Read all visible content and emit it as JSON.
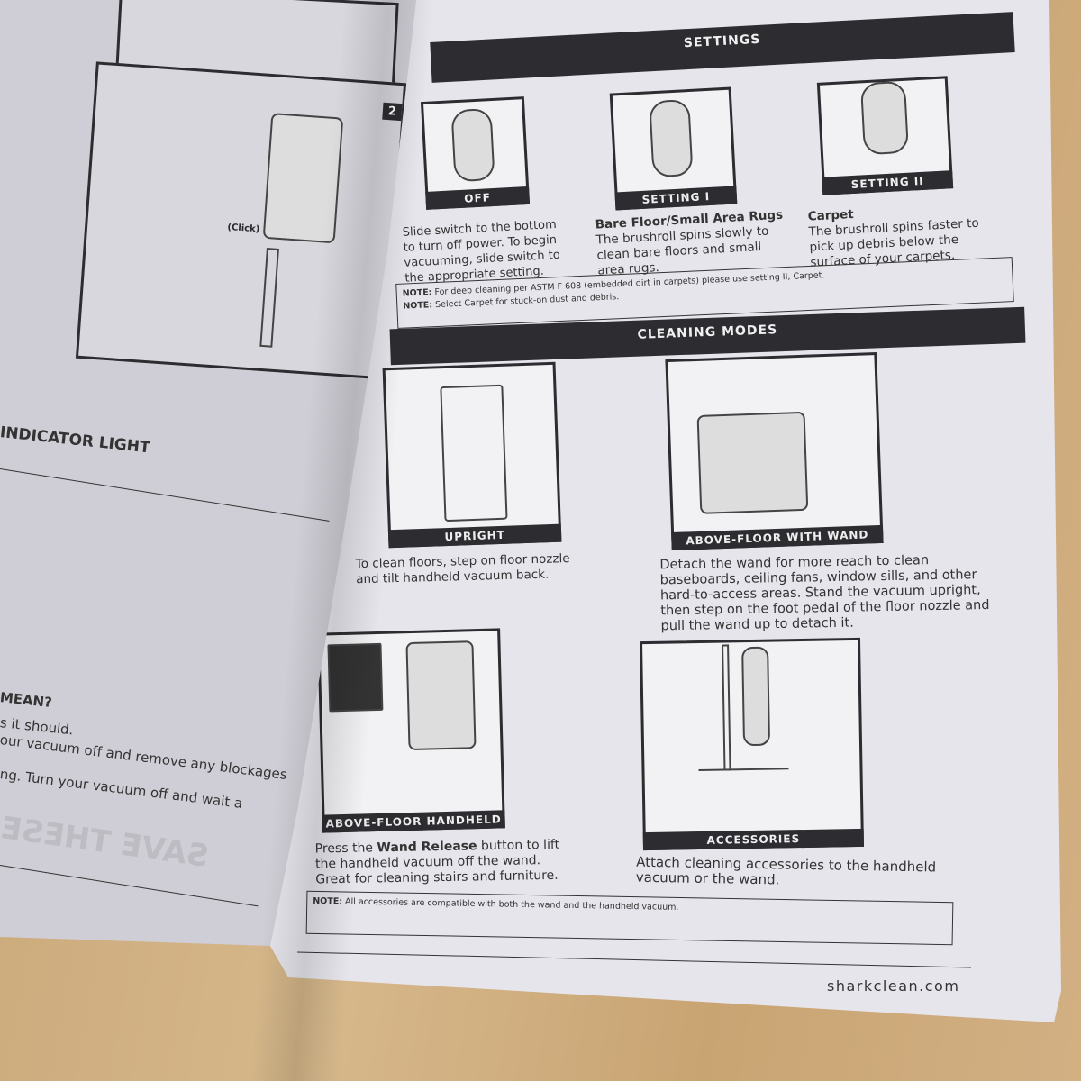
{
  "left_page": {
    "step_number": "2",
    "click_label": "(Click)",
    "heading_indicator": "INDICATOR LIGHT",
    "heading_mean": "MEAN?",
    "line1": "s it should.",
    "line2": "our vacuum off and remove any blockages",
    "line3": "ng. Turn your vacuum off and wait a",
    "bleed_through": "SAVE THESE"
  },
  "settings": {
    "title": "SETTINGS",
    "items": [
      {
        "label": "OFF",
        "heading": "",
        "text": "Slide switch to the bottom to turn off power. To begin vacuuming, slide switch to the appropriate setting."
      },
      {
        "label": "SETTING I",
        "heading": "Bare Floor/Small Area Rugs",
        "text": "The brushroll spins slowly to clean bare floors and small area rugs."
      },
      {
        "label": "SETTING II",
        "heading": "Carpet",
        "text": "The brushroll spins faster to pick up debris below the surface of your carpets."
      }
    ],
    "notes": [
      {
        "prefix": "NOTE:",
        "text": " For deep cleaning per ASTM F 608 (embedded dirt in carpets) please use setting II, Carpet."
      },
      {
        "prefix": "NOTE:",
        "text": " Select Carpet for stuck-on dust and debris."
      }
    ]
  },
  "cleaning_modes": {
    "title": "CLEANING MODES",
    "modes": [
      {
        "label": "UPRIGHT",
        "text": "To clean floors, step on floor nozzle and tilt handheld vacuum back."
      },
      {
        "label": "ABOVE-FLOOR WITH WAND",
        "text": "Detach the wand for more reach to clean baseboards, ceiling fans, window sills, and other hard-to-access areas. Stand the vacuum upright, then step on the foot pedal of the floor nozzle and pull the wand up to detach it."
      },
      {
        "label": "ABOVE-FLOOR HANDHELD",
        "text_pre": "Press the ",
        "text_bold": "Wand Release",
        "text_post": " button to lift the handheld vacuum off the wand. Great for cleaning stairs and furniture."
      },
      {
        "label": "ACCESSORIES",
        "text": "Attach cleaning accessories to the handheld vacuum or the wand."
      }
    ],
    "note": {
      "prefix": "NOTE:",
      "text": " All accessories are compatible with both the wand and the handheld vacuum."
    }
  },
  "footer": {
    "website": "sharkclean.com"
  }
}
